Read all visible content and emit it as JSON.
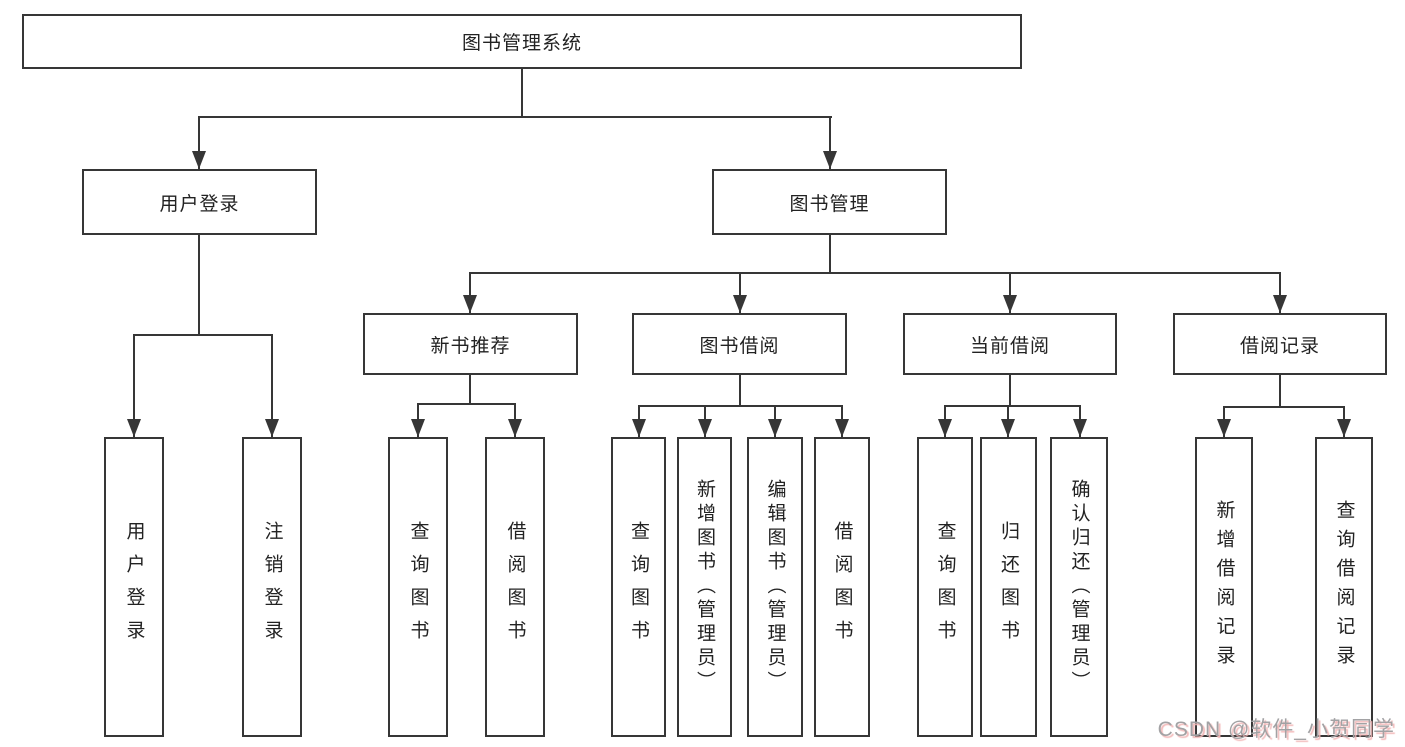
{
  "nodes": {
    "root": "图书管理系统",
    "userLogin": "用户登录",
    "bookMgmt": "图书管理",
    "newBookRec": "新书推荐",
    "bookBorrow": "图书借阅",
    "currentBorrow": "当前借阅",
    "borrowRecords": "借阅记录",
    "leafUserLogin": "用户登录",
    "leafLogout": "注销登录",
    "leafQueryBooks1": "查询图书",
    "leafBorrowBooks1": "借阅图书",
    "leafQueryBooks2": "查询图书",
    "leafAddBooks": "新增图书（管理员）",
    "leafEditBooks": "编辑图书（管理员）",
    "leafBorrowBooks2": "借阅图书",
    "leafQueryBooks3": "查询图书",
    "leafReturnBooks": "归还图书",
    "leafConfirmReturn": "确认归还（管理员）",
    "leafAddRecord": "新增借阅记录",
    "leafQueryRecord": "查询借阅记录"
  },
  "colors": {
    "line": "#363636",
    "text": "#222222",
    "watermark": "#a2a2a4",
    "watermark_shadow": "#f2b8b8"
  },
  "watermark": "CSDN @软件_小贺同学"
}
